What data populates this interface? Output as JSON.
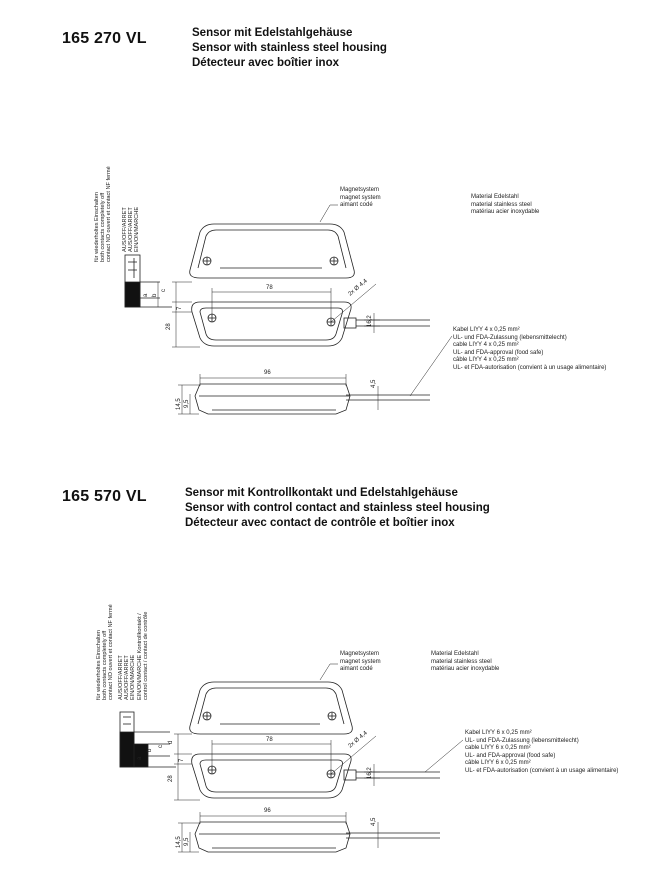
{
  "sections": [
    {
      "model": "165 270 VL",
      "title_de": "Sensor mit Edelstahlgehäuse",
      "title_en": "Sensor with stainless steel housing",
      "title_fr": "Détecteur avec boîtier inox",
      "contact_desc": [
        "für wiederholtes Einschalten",
        "both contacts completely off",
        "contact NO ouvert et contact NF fermé"
      ],
      "contact_states": [
        "AUS/OFF/ARRET",
        "AUS/OFF/ARRET",
        "EIN/ON/MARCHE"
      ],
      "magnet": [
        "Magnetsystem",
        "magnet system",
        "aimant codé"
      ],
      "material": [
        "Material Edelstahl",
        "material stainless steel",
        "matériau acier inoxydable"
      ],
      "cable": [
        "Kabel LIYY 4 x 0,25 mm²",
        "UL- und FDA-Zulassung (lebensmittelecht)",
        "cable LIYY 4 x 0,25 mm²",
        "UL- and FDA-approval (food safe)",
        "câble LIYY 4 x 0,25 mm²",
        "UL- et FDA-autorisation (convient à un usage alimentaire)"
      ],
      "dims": {
        "d78": "78",
        "d96": "96",
        "d28": "28",
        "d7": "7",
        "d162": "16,2",
        "d45": "4,5",
        "d145": "14,5",
        "d95": "9,5",
        "hole": "2x Ø 4,4",
        "a": "a",
        "b": "b",
        "c": "c"
      }
    },
    {
      "model": "165 570 VL",
      "title_de": "Sensor mit Kontrollkontakt und Edelstahlgehäuse",
      "title_en": "Sensor with control contact and stainless steel housing",
      "title_fr": "Détecteur avec contact de contrôle et boîtier inox",
      "contact_desc": [
        "für wiederholtes Einschalten",
        "both contacts completely off",
        "contact NO ouvert et contact NF fermé"
      ],
      "contact_states": [
        "AUS/OFF/ARRET",
        "AUS/OFF/ARRET",
        "EIN/ON/MARCHE",
        "EIN/ON/MARCHE Kontrollkontakt /",
        "control contact / contact de contrôle"
      ],
      "magnet": [
        "Magnetsystem",
        "magnet system",
        "aimant codé"
      ],
      "material": [
        "Material Edelstahl",
        "material stainless steel",
        "matériau acier inoxydable"
      ],
      "cable": [
        "Kabel LIYY 6 x 0,25 mm²",
        "UL- und FDA-Zulassung (lebensmittelecht)",
        "cable LIYY 6 x 0,25 mm²",
        "UL- and FDA-approval (food safe)",
        "câble LIYY 6 x 0,25 mm²",
        "UL- et FDA-autorisation (convient à un usage alimentaire)"
      ],
      "dims": {
        "d78": "78",
        "d96": "96",
        "d28": "28",
        "d7": "7",
        "d162": "16,2",
        "d45": "4,5",
        "d145": "14,5",
        "d95": "9,5",
        "hole": "2x Ø 4,4",
        "a": "a",
        "b": "b",
        "c": "c",
        "d": "d"
      }
    }
  ]
}
